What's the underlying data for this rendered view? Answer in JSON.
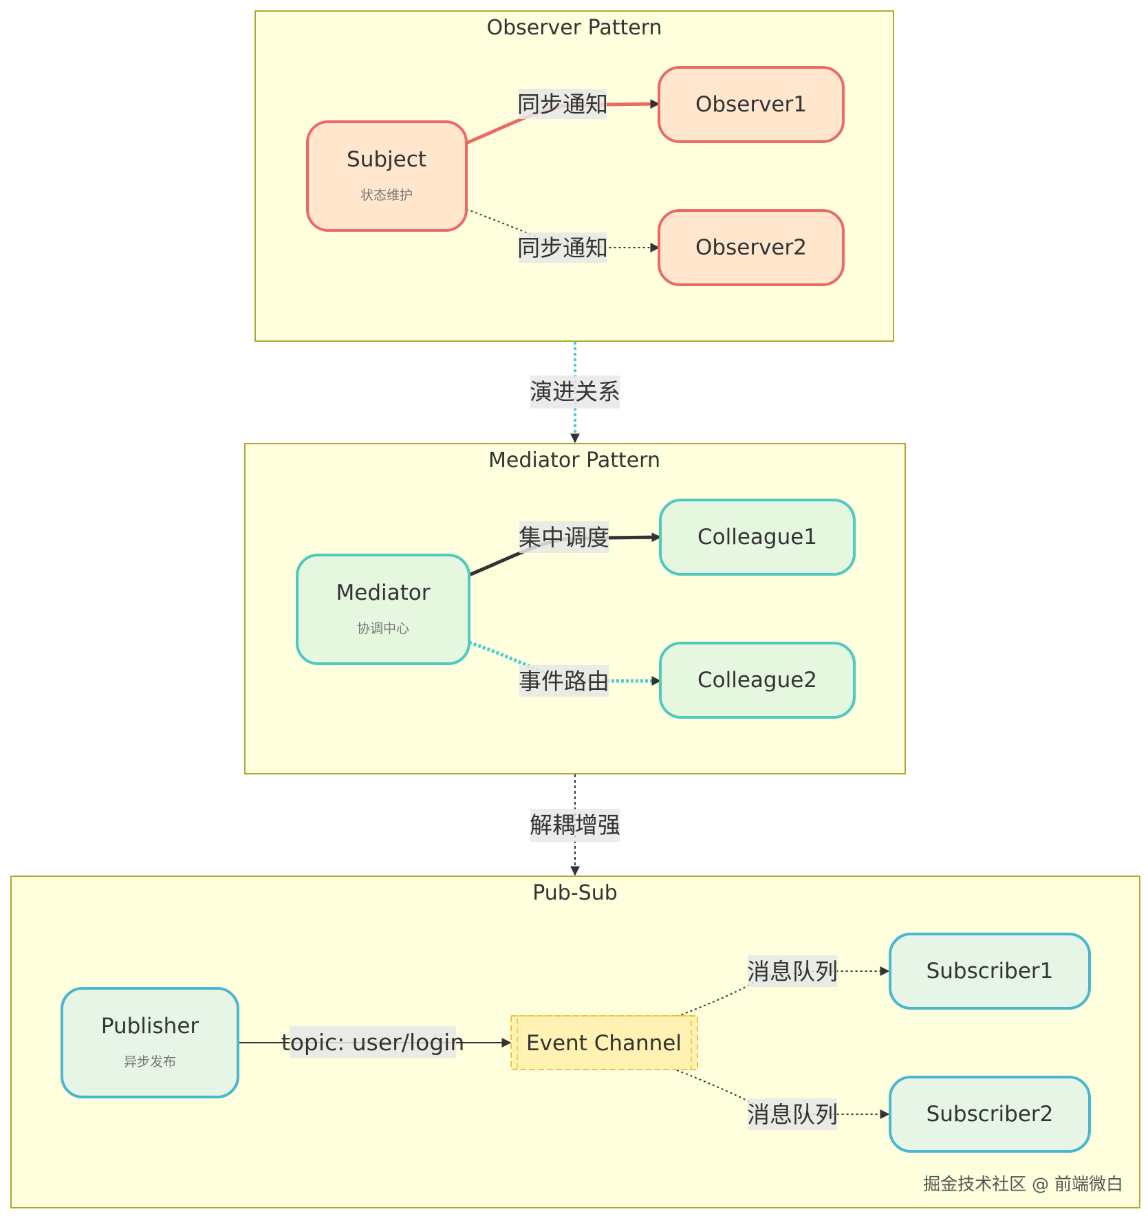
{
  "clusters": {
    "observer": {
      "title": "Observer Pattern"
    },
    "mediator": {
      "title": "Mediator Pattern"
    },
    "pubsub": {
      "title": "Pub-Sub"
    }
  },
  "nodes": {
    "subject": {
      "title": "Subject",
      "subtitle": "状态维护"
    },
    "observer1": {
      "title": "Observer1"
    },
    "observer2": {
      "title": "Observer2"
    },
    "mediator": {
      "title": "Mediator",
      "subtitle": "协调中心"
    },
    "colleague1": {
      "title": "Colleague1"
    },
    "colleague2": {
      "title": "Colleague2"
    },
    "publisher": {
      "title": "Publisher",
      "subtitle": "异步发布"
    },
    "event_channel": {
      "title": "Event Channel"
    },
    "subscriber1": {
      "title": "Subscriber1"
    },
    "subscriber2": {
      "title": "Subscriber2"
    }
  },
  "edges": {
    "subject_observer1": "同步通知",
    "subject_observer2": "同步通知",
    "observer_to_mediator": "演进关系",
    "mediator_colleague1": "集中调度",
    "mediator_colleague2": "事件路由",
    "mediator_to_pubsub": "解耦增强",
    "publisher_channel": "topic: user/login",
    "channel_subscriber1": "消息队列",
    "channel_subscriber2": "消息队列"
  },
  "watermark": "掘金技术社区 @ 前端微白",
  "colors": {
    "cluster_fill": "#ffffde",
    "cluster_stroke": "#aaaa33",
    "observer_node_fill": "#ffe6cc",
    "observer_node_stroke": "#ea6b66",
    "mediator_node_fill": "#e6f7e0",
    "mediator_node_stroke": "#4ec9c0",
    "pubsub_node_fill": "#e6f5e6",
    "pubsub_node_stroke": "#4ab6d0",
    "channel_fill": "#fff2b3",
    "channel_stroke": "#f0c040",
    "edge_red": "#ea6b66",
    "edge_teal": "#4ec9d6",
    "edge_dark": "#333333"
  }
}
